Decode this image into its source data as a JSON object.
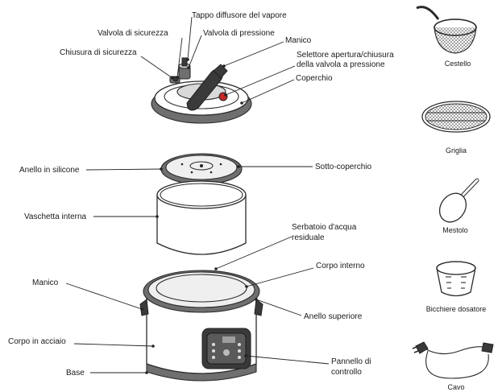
{
  "labels": {
    "tappo": "Tappo diffusore del vapore",
    "valvola_sicurezza": "Valvola di sicurezza",
    "valvola_pressione": "Valvola di pressione",
    "chiusura": "Chiusura di sicurezza",
    "manico_top": "Manico",
    "selettore_1": "Selettore apertura/chiusura",
    "selettore_2": "della valvola a pressione",
    "coperchio": "Coperchio",
    "anello_silicone": "Anello in silicone",
    "sotto_coperchio": "Sotto-coperchio",
    "vaschetta": "Vaschetta interna",
    "serbatoio_1": "Serbatoio d'acqua",
    "serbatoio_2": "residuale",
    "corpo_interno": "Corpo interno",
    "manico_body": "Manico",
    "anello_superiore": "Anello superiore",
    "corpo_acciaio": "Corpo in acciaio",
    "pannello_1": "Pannello di",
    "pannello_2": "controllo",
    "base": "Base"
  },
  "accessories": {
    "cestello": "Cestello",
    "griglia": "Griglia",
    "mestolo": "Mestolo",
    "bicchiere": "Bicchiere dosatore",
    "cavo": "Cavo"
  }
}
